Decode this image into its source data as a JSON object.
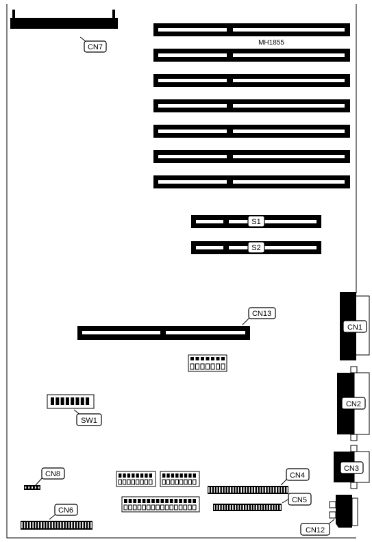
{
  "board": {
    "model": "MH1855",
    "colors": {
      "ink": "#000000",
      "paper": "#ffffff"
    }
  },
  "labels": {
    "cn1": "CN1",
    "cn2": "CN2",
    "cn3": "CN3",
    "cn4": "CN4",
    "cn5": "CN5",
    "cn6": "CN6",
    "cn7": "CN7",
    "cn8": "CN8",
    "cn12": "CN12",
    "cn13": "CN13",
    "s1": "S1",
    "s2": "S2",
    "sw1": "SW1"
  },
  "slots": {
    "isa_count": 7,
    "memory_count": 2
  }
}
